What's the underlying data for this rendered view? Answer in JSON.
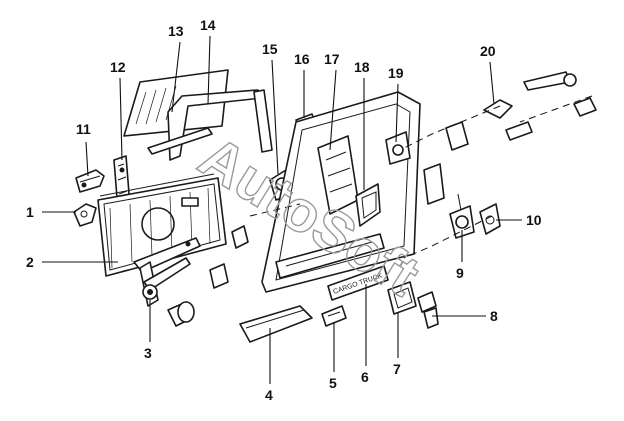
{
  "diagram": {
    "callouts": [
      {
        "id": "c1",
        "label": "1"
      },
      {
        "id": "c2",
        "label": "2"
      },
      {
        "id": "c3",
        "label": "3"
      },
      {
        "id": "c4",
        "label": "4"
      },
      {
        "id": "c5",
        "label": "5"
      },
      {
        "id": "c6",
        "label": "6"
      },
      {
        "id": "c7",
        "label": "7"
      },
      {
        "id": "c8",
        "label": "8"
      },
      {
        "id": "c9",
        "label": "9"
      },
      {
        "id": "c10",
        "label": "10"
      },
      {
        "id": "c11",
        "label": "11"
      },
      {
        "id": "c12",
        "label": "12"
      },
      {
        "id": "c13",
        "label": "13"
      },
      {
        "id": "c14",
        "label": "14"
      },
      {
        "id": "c15",
        "label": "15"
      },
      {
        "id": "c16",
        "label": "16"
      },
      {
        "id": "c17",
        "label": "17"
      },
      {
        "id": "c18",
        "label": "18"
      },
      {
        "id": "c19",
        "label": "19"
      },
      {
        "id": "c20",
        "label": "20"
      }
    ],
    "plate_text": "CARGO TRUCK",
    "watermark": "AutoSoft"
  },
  "colors": {
    "line": "#1a1a1a",
    "background": "#ffffff",
    "watermark": "#9a9a9a"
  }
}
